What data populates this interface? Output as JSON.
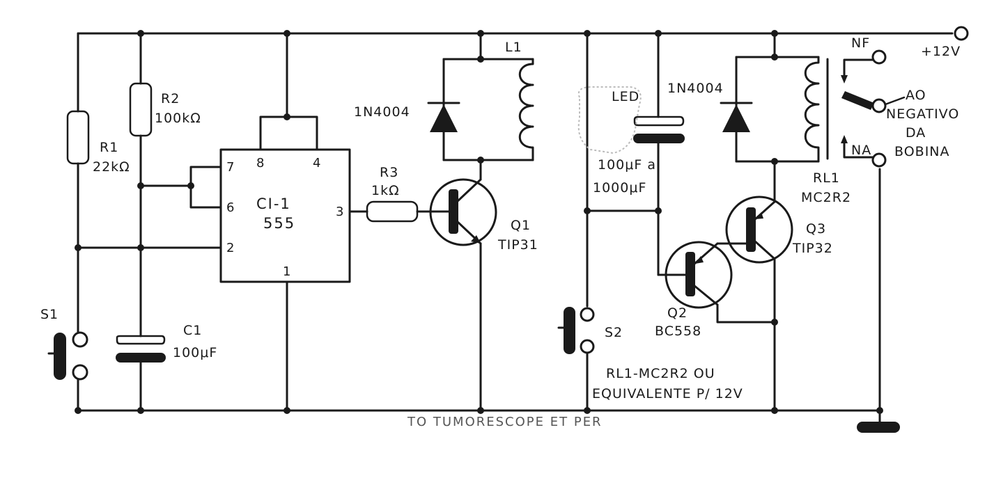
{
  "labels": {
    "supply": "+12V",
    "r1_name": "R1",
    "r1_value": "22kΩ",
    "r2_name": "R2",
    "r2_value": "100kΩ",
    "c1_name": "C1",
    "c1_value": "100μF",
    "s1": "S1",
    "ic_name": "CI-1",
    "ic_type": "555",
    "ic_pins": [
      "7",
      "8",
      "4",
      "6",
      "2",
      "3",
      "1"
    ],
    "r3_name": "R3",
    "r3_value": "1kΩ",
    "l1": "L1",
    "d1": "1N4004",
    "q1_name": "Q1",
    "q1_type": "TIP31",
    "led": "LED",
    "cap2_value_a": "100μF a",
    "cap2_value_b": "1000μF",
    "d2": "1N4004",
    "relay_name": "RL1",
    "relay_type": "MC2R2",
    "q3_name": "Q3",
    "q3_type": "TIP32",
    "q2_name": "Q2",
    "q2_type": "BC558",
    "s2": "S2",
    "nf": "NF",
    "na": "NA",
    "out_line1": "AO",
    "out_line2": "NEGATIVO",
    "out_line3": "DA",
    "out_line4": "BOBINA",
    "note_line1": "RL1-MC2R2 OU",
    "note_line2": "EQUIVALENTE P/ 12V",
    "bottom_text": "TO TUMORESCOPE ET PER"
  }
}
